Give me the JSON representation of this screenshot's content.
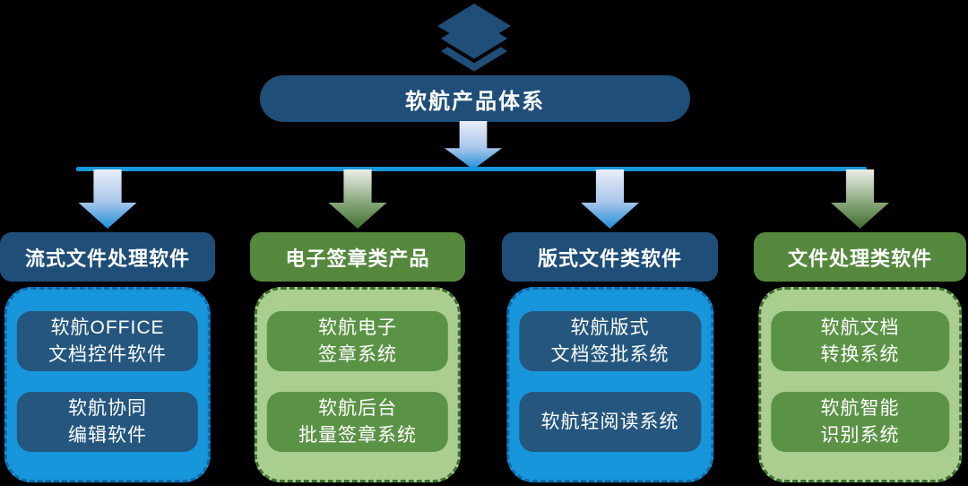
{
  "title": {
    "label": "软航产品体系"
  },
  "colors": {
    "dark_blue": "#1F4E78",
    "bright_blue": "#1796DC",
    "inner_blue": "#24567E",
    "header_green": "#55883D",
    "inner_green": "#5B9346",
    "light_green": "#A9CE90",
    "dash_green": "#3F7030"
  },
  "icons": {
    "top": "layers-stack-icon",
    "connector": "down-arrow-icon"
  },
  "branches": [
    {
      "theme": "blue",
      "header": "流式文件处理软件",
      "items": [
        "软航OFFICE\n文档控件软件",
        "软航协同\n编辑软件"
      ]
    },
    {
      "theme": "green",
      "header": "电子签章类产品",
      "items": [
        "软航电子\n签章系统",
        "软航后台\n批量签章系统"
      ]
    },
    {
      "theme": "blue",
      "header": "版式文件类软件",
      "items": [
        "软航版式\n文档签批系统",
        "软航轻阅读系统"
      ]
    },
    {
      "theme": "green",
      "header": "文件处理类软件",
      "items": [
        "软航文档\n转换系统",
        "软航智能\n识别系统"
      ]
    }
  ]
}
